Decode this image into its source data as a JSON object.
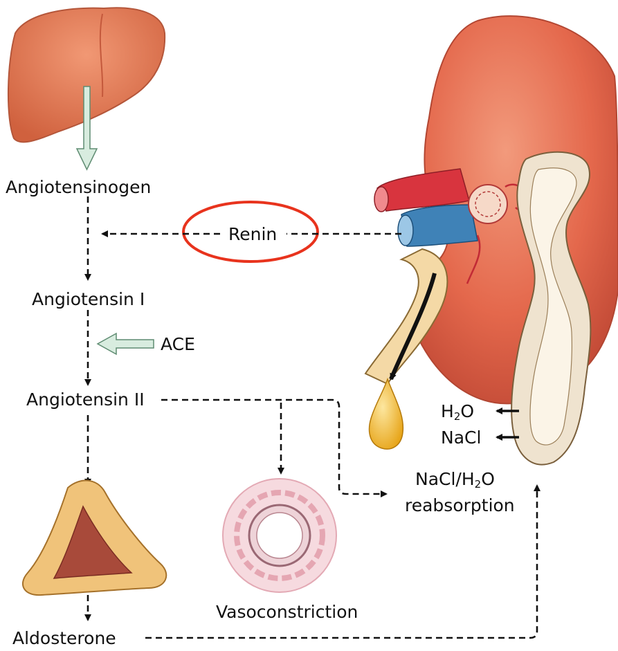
{
  "labels": {
    "angiotensinogen": "Angiotensinogen",
    "renin": "Renin",
    "angiotensin1": "Angiotensin I",
    "ace": "ACE",
    "angiotensin2": "Angiotensin II",
    "h2o_h": "H",
    "h2o_2": "2",
    "h2o_o": "O",
    "nacl": "NaCl",
    "reab_line1_pre": "NaCl/H",
    "reab_line1_sub": "2",
    "reab_line1_post": "O",
    "reab_line2": "reabsorption",
    "vasoconstriction": "Vasoconstriction",
    "aldosterone": "Aldosterone"
  },
  "colors": {
    "liver": "#e27a55",
    "kidney": "#e4684c",
    "artery": "#d8343e",
    "vein": "#3f82b7",
    "highlight_ring": "#e8331d",
    "pale_arrow": "#d8ecdf",
    "pale_arrow_stroke": "#5f8c72",
    "adrenal_outer": "#f0c37a",
    "adrenal_inner": "#a84a3a",
    "urine_drop": "#f2b51e",
    "tubule": "#efe3cf"
  },
  "icons": [
    "liver-illustration",
    "kidney-illustration",
    "adrenal-gland-illustration",
    "blood-vessel-cross-section",
    "urine-drop"
  ]
}
